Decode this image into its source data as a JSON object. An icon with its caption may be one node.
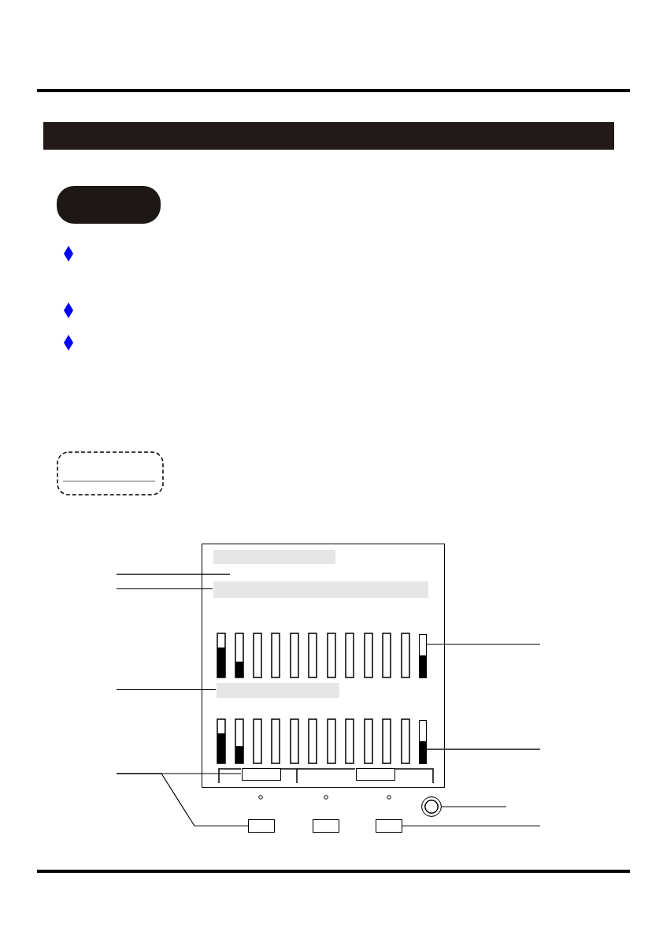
{
  "diagram": {
    "nodes": [
      {
        "text": [],
        "shape": "box"
      },
      {
        "text": [],
        "shape": "box"
      },
      {
        "text": [],
        "shape": "bar",
        "in": 1
      },
      {
        "text": [],
        "shape": "bar",
        "in": 1
      },
      {
        "text": [],
        "shape": "bar",
        "in": 1
      },
      {
        "text": [],
        "shape": "bar",
        "in": 1
      },
      {
        "text": [],
        "shape": "bar",
        "in": 1
      },
      {
        "text": [],
        "shape": "box",
        "in": 1
      },
      {
        "text": [],
        "shape": "box",
        "in": 1
      },
      {
        "text": [],
        "shape": "circle"
      },
      {
        "text": [],
        "shape": "box"
      },
      {
        "text": [],
        "shape": "box"
      },
      {
        "text": [],
        "shape": "box"
      }
    ],
    "edges": [
      {
        "from": null,
        "to": 1,
        "arrow": "none"
      },
      {
        "from": null,
        "to": 3,
        "arrow": "none"
      },
      {
        "from": null,
        "to": 5,
        "arrow": "none"
      },
      {
        "from": null,
        "to": 7,
        "arrow": "none"
      },
      {
        "from": null,
        "to": 10,
        "arrow": "none"
      },
      {
        "from": null,
        "to": 4,
        "arrow": "none"
      },
      {
        "from": null,
        "to": 6,
        "arrow": "none"
      },
      {
        "from": null,
        "to": 9,
        "arrow": "none"
      },
      {
        "from": null,
        "to": 12,
        "arrow": "none"
      }
    ]
  }
}
